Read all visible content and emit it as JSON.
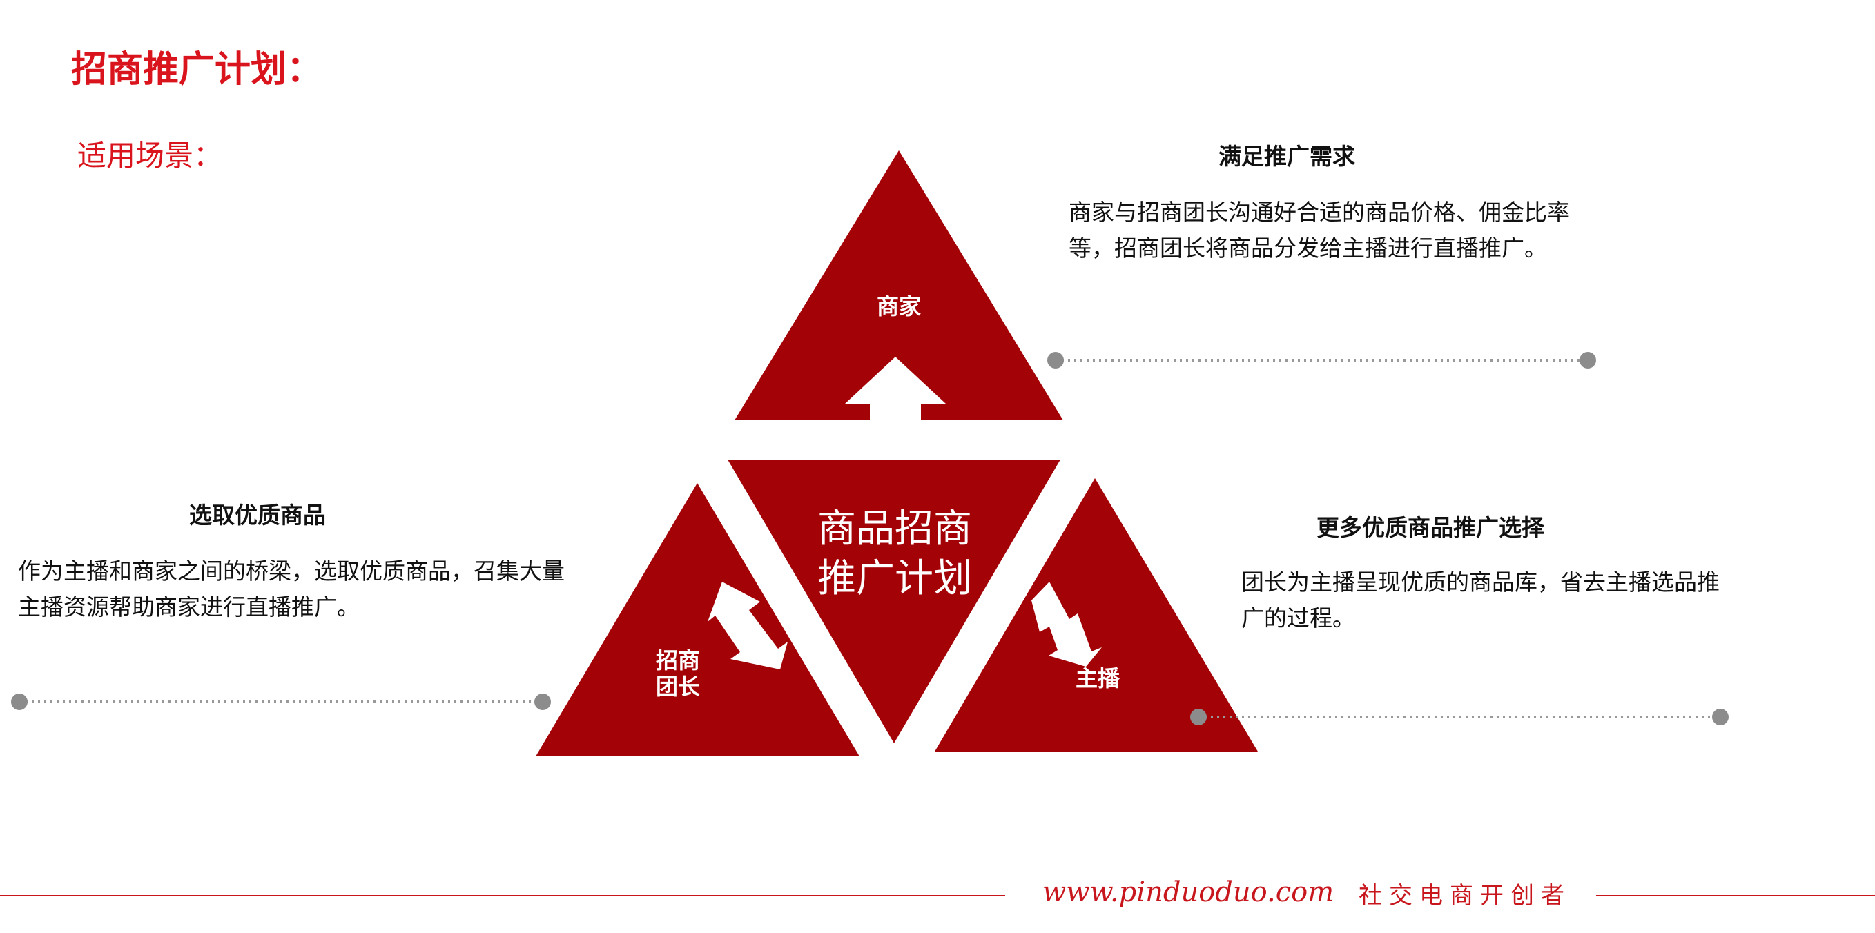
{
  "header": {
    "title": "招商推广计划：",
    "scenario_label": "适用场景："
  },
  "diagram": {
    "center_label_line1": "商品招商",
    "center_label_line2": "推广计划",
    "top_label": "商家",
    "left_label_line1": "招商",
    "left_label_line2": "团长",
    "right_label": "主播",
    "colors": {
      "triangle": "#a30207",
      "dotted_line": "#999999",
      "dot": "#8c8c8c"
    }
  },
  "points": {
    "top_right": {
      "title": "满足推广需求",
      "desc_line1": "商家与招商团长沟通好合适的商品价格、佣金比率",
      "desc_line2": "等，招商团长将商品分发给主播进行直播推广。"
    },
    "left": {
      "title": "选取优质商品",
      "desc_line1": "作为主播和商家之间的桥梁，选取优质商品，召集大量",
      "desc_line2": "主播资源帮助商家进行直播推广。"
    },
    "bottom_right": {
      "title": "更多优质商品推广选择",
      "desc_line1": "团长为主播呈现优质的商品库，省去主播选品推",
      "desc_line2": "广的过程。"
    }
  },
  "footer": {
    "url": "www.pinduoduo.com",
    "slogan": "社交电商开创者",
    "accent_color": "#c8161d"
  }
}
